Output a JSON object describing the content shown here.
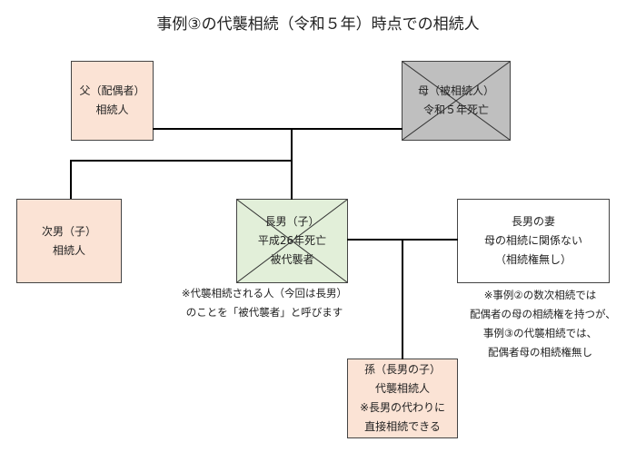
{
  "title": "事例③の代襲相続（令和５年）時点での相続人",
  "boxes": {
    "father": {
      "line1": "父（配偶者）",
      "line2": "相続人",
      "color": "#fbe3d5"
    },
    "mother": {
      "line1": "母（被相続人）",
      "line2": "令和５年死亡",
      "color": "#bfbfbf",
      "crossed": true
    },
    "second_son": {
      "line1": "次男（子）",
      "line2": "相続人",
      "color": "#fbe3d5"
    },
    "eldest_son": {
      "line1": "長男（子）",
      "line2": "平成26年死亡",
      "line3": "被代襲者",
      "color": "#e2efd9",
      "crossed": true
    },
    "eldest_son_wife": {
      "line1": "長男の妻",
      "line2": "母の相続に関係ない",
      "line3": "（相続権無し）",
      "color": "#ffffff"
    },
    "grandchild": {
      "line1": "孫（長男の子）",
      "line2": "代襲相続人",
      "line3": "※長男の代わりに",
      "line4": "直接相続できる",
      "color": "#fbe3d5"
    }
  },
  "notes": {
    "substituted": {
      "line1": "※代襲相続される人（今回は長男）",
      "line2": "のことを「被代襲者」と呼びます"
    },
    "spouse": {
      "line1": "※事例②の数次相続では",
      "line2": "配偶者の母の相続権を持つが、",
      "line3": "事例③の代襲相続では、",
      "line4": "配偶者母の相続権無し"
    }
  }
}
